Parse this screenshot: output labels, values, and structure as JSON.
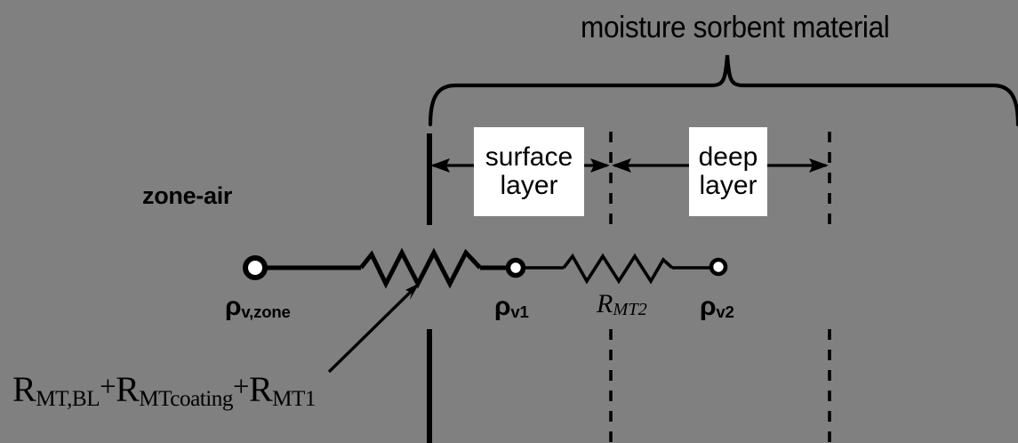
{
  "diagram": {
    "title": "moisture sorbent material",
    "background_color": "#808080",
    "ink_color": "#000000",
    "box_fill_color": "#ffffff",
    "zone_label": "zone-air",
    "layers": [
      {
        "id": "surface",
        "line1": "surface",
        "line2": "layer"
      },
      {
        "id": "deep",
        "line1": "deep",
        "line2": "layer"
      }
    ],
    "nodes": [
      {
        "id": "v-zone",
        "symbol": "ρ",
        "subscript": "v,zone"
      },
      {
        "id": "v1",
        "symbol": "ρ",
        "subscript": "v1"
      },
      {
        "id": "v2",
        "symbol": "ρ",
        "subscript": "v2"
      }
    ],
    "resistors": [
      {
        "id": "left-resistance",
        "label_parts": [
          {
            "base": "R",
            "sub": "MT,BL"
          },
          {
            "op": "+"
          },
          {
            "base": "R",
            "sub": "MTcoating"
          },
          {
            "op": "+"
          },
          {
            "base": "R",
            "sub": "MT1"
          }
        ],
        "label_plain": "R_MT,BL + R_MTcoating + R_MT1"
      },
      {
        "id": "right-resistance",
        "base": "R",
        "sub": "MT2",
        "label_plain": "R_MT2"
      }
    ]
  }
}
